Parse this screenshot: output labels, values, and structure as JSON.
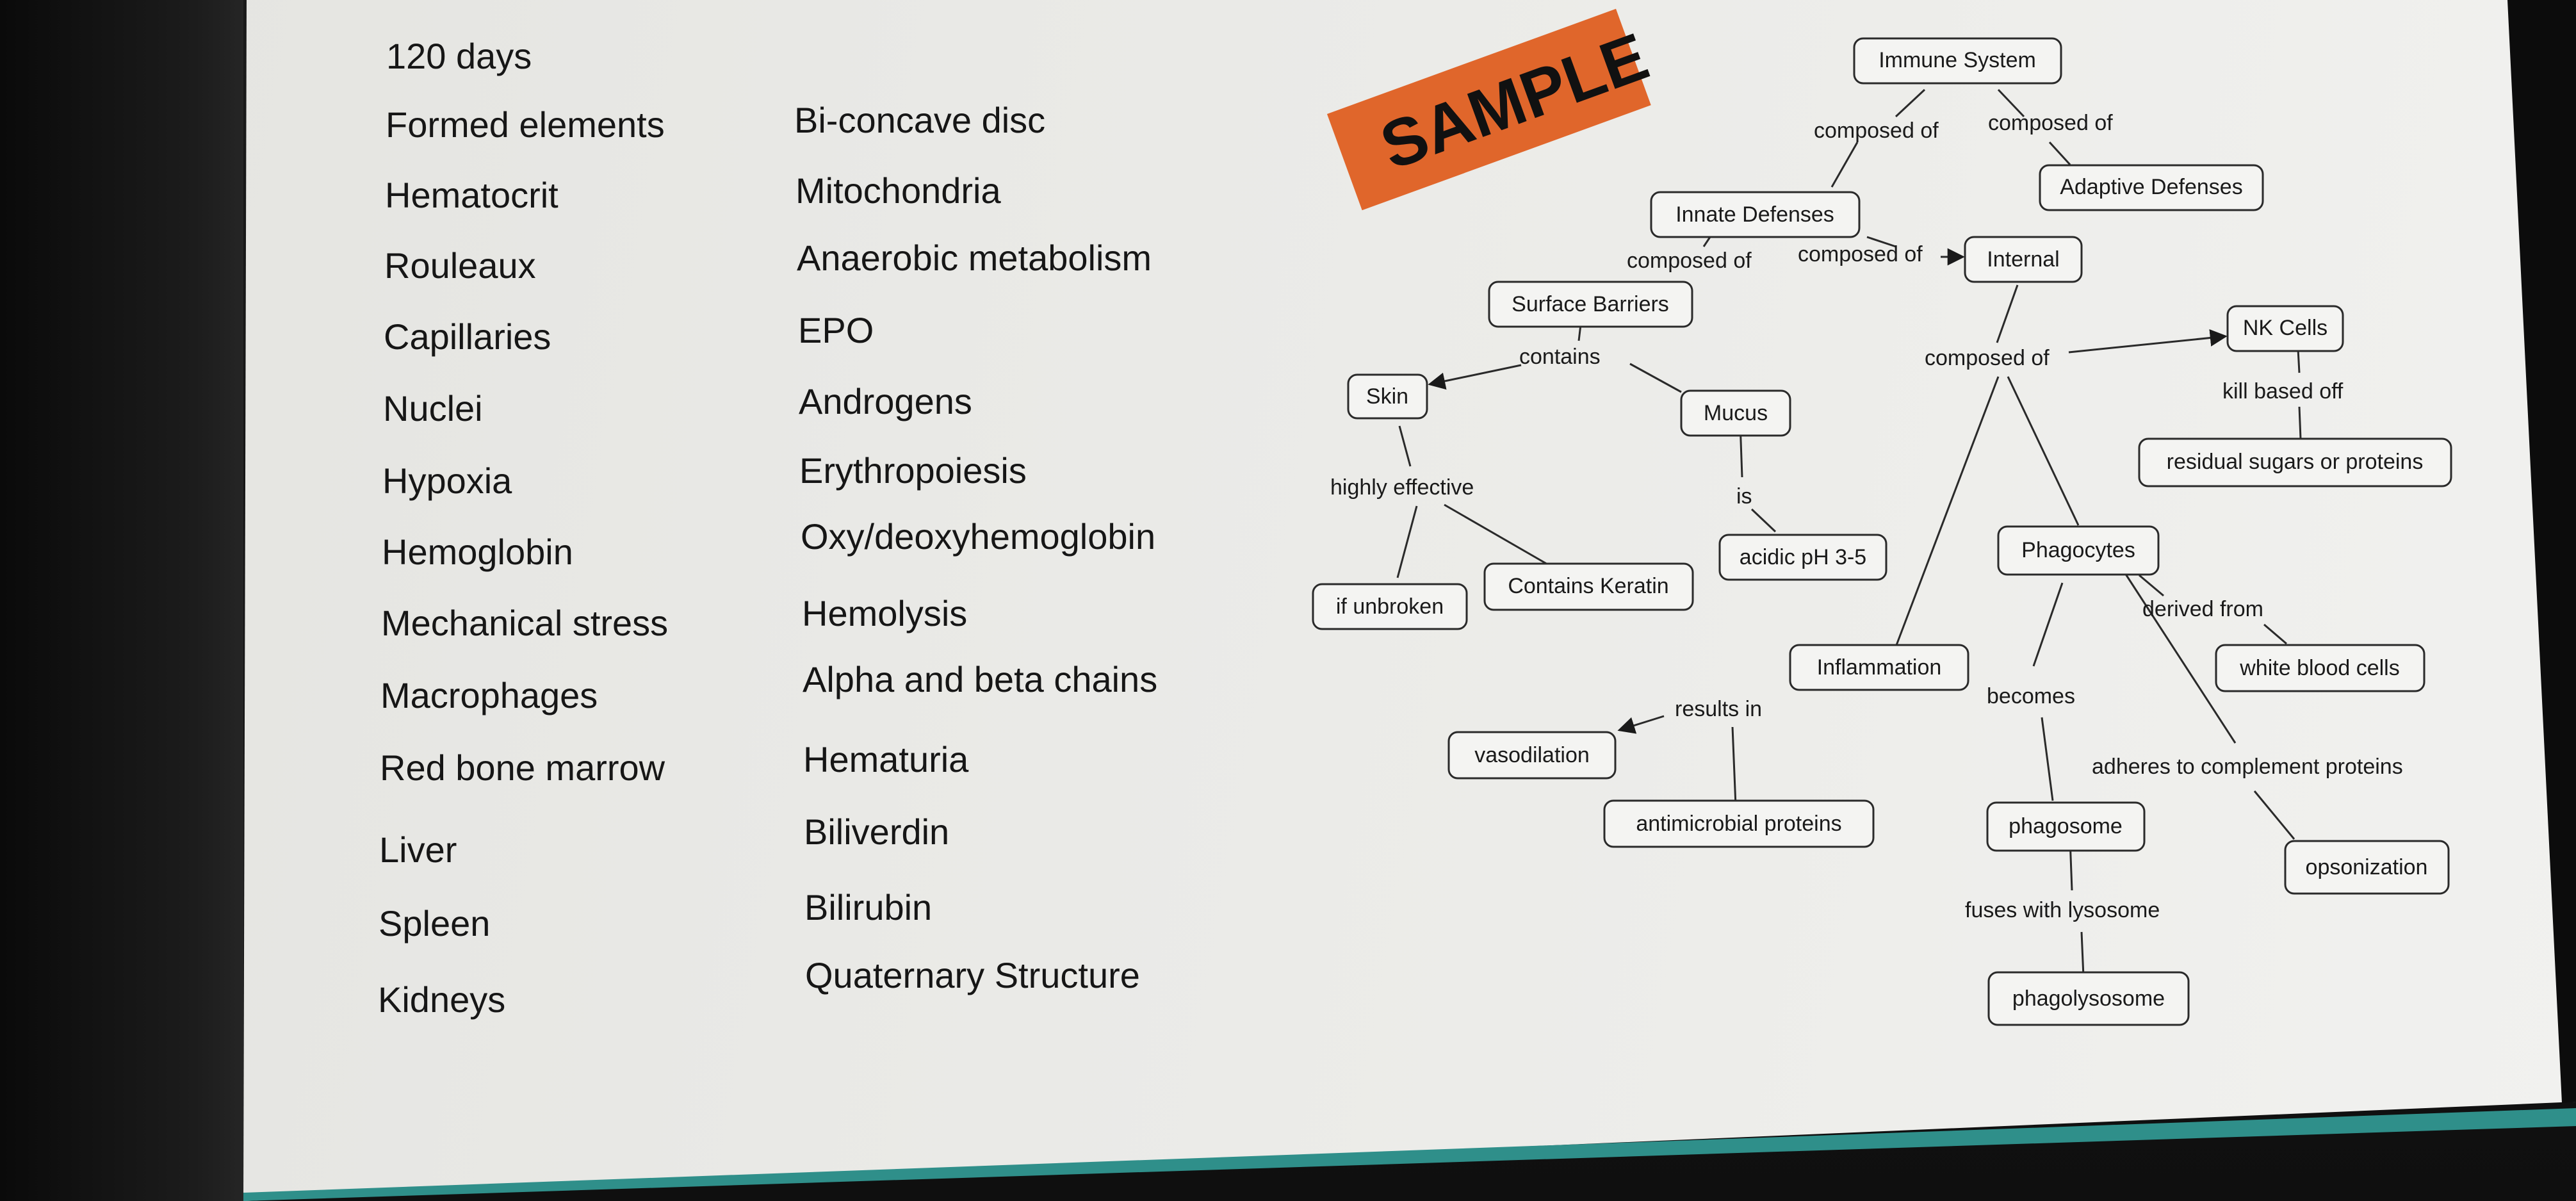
{
  "colors": {
    "slide_background": "#e9e9e6",
    "stamp": "#e0662b",
    "footer_band": "#2f8f8a",
    "bezel": "#111111"
  },
  "stamp_text": "SAMPLE",
  "term_list_left": [
    "120 days",
    "Formed elements",
    "Hematocrit",
    "Rouleaux",
    "Capillaries",
    "Nuclei",
    "Hypoxia",
    "Hemoglobin",
    "Mechanical stress",
    "Macrophages",
    "Red bone marrow",
    "Liver",
    "Spleen",
    "Kidneys"
  ],
  "term_list_right": [
    "Bi-concave disc",
    "Mitochondria",
    "Anaerobic metabolism",
    "EPO",
    "Androgens",
    "Erythropoiesis",
    "Oxy/deoxyhemoglobin",
    "Hemolysis",
    "Alpha and beta chains",
    "Hematuria",
    "Biliverdin",
    "Bilirubin",
    "Quaternary Structure"
  ],
  "concept_map": {
    "nodes": {
      "immune_system": "Immune System",
      "innate_defenses": "Innate Defenses",
      "adaptive_defenses": "Adaptive Defenses",
      "internal": "Internal",
      "surface_barriers": "Surface Barriers",
      "skin": "Skin",
      "mucus": "Mucus",
      "nk_cells": "NK Cells",
      "residual": "residual sugars or proteins",
      "acidic": "acidic pH 3-5",
      "phagocytes": "Phagocytes",
      "if_unbroken": "if unbroken",
      "keratin": "Contains Keratin",
      "inflammation": "Inflammation",
      "white_blood_cells": "white blood cells",
      "vasodilation": "vasodilation",
      "antimicrobial": "antimicrobial proteins",
      "phagosome": "phagosome",
      "opsonization": "opsonization",
      "phagolysosome": "phagolysosome"
    },
    "links": {
      "composed_of_a": "composed of",
      "composed_of_b": "composed of",
      "composed_of_c": "composed of",
      "composed_of_d": "composed of",
      "composed_of_e": "composed of",
      "contains": "contains",
      "kill_based_off": "kill based off",
      "highly_effective": "highly effective",
      "is": "is",
      "derived_from": "derived from",
      "results_in": "results in",
      "becomes": "becomes",
      "adheres": "adheres to complement proteins",
      "fuses": "fuses with lysosome"
    }
  }
}
